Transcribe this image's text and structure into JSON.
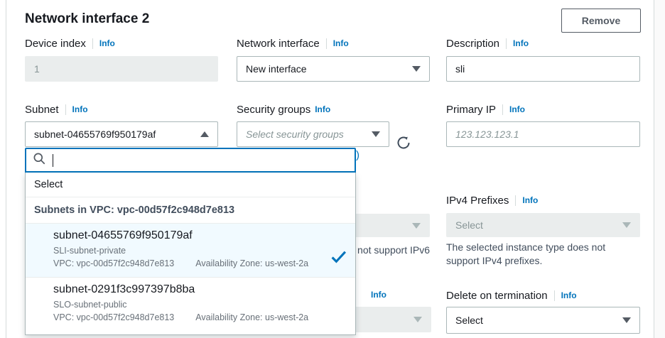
{
  "header": {
    "title": "Network interface 2",
    "remove_button": "Remove"
  },
  "info_link": "Info",
  "row1": {
    "device_index": {
      "label": "Device index",
      "value": "1"
    },
    "network_interface": {
      "label": "Network interface",
      "value": "New interface"
    },
    "description": {
      "label": "Description",
      "value": "sli"
    }
  },
  "row2": {
    "subnet": {
      "label": "Subnet",
      "value": "subnet-04655769f950179af"
    },
    "security_groups": {
      "label": "Security groups",
      "placeholder": "Select security groups",
      "obscured_text": ")"
    },
    "primary_ip": {
      "label": "Primary IP",
      "placeholder": "123.123.123.1"
    }
  },
  "row3": {
    "ipv6_field": {
      "visible_helper": "not support IPv6"
    },
    "ipv4_prefixes": {
      "label": "IPv4 Prefixes",
      "placeholder": "Select",
      "helper": "The selected instance type does not support IPv4 prefixes."
    }
  },
  "row4": {
    "middle_field": {
      "visible_label": "Info"
    },
    "delete_on_termination": {
      "label": "Delete on termination",
      "value": "Select"
    }
  },
  "subnet_dropdown": {
    "search_value": "",
    "default_option": "Select",
    "group_header": "Subnets in VPC: vpc-00d57f2c948d7e813",
    "options": [
      {
        "id": "subnet-04655769f950179af",
        "name": "SLI-subnet-private",
        "vpc": "VPC: vpc-00d57f2c948d7e813",
        "availability_zone": "Availability Zone: us-west-2a",
        "selected": true
      },
      {
        "id": "subnet-0291f3c997397b8ba",
        "name": "SLO-subnet-public",
        "vpc": "VPC: vpc-00d57f2c948d7e813",
        "availability_zone": "Availability Zone: us-west-2a",
        "selected": false
      }
    ]
  },
  "colors": {
    "accent_blue": "#0073bb",
    "selected_option_bg": "#f1faff",
    "input_border": "#aab7b8",
    "disabled_bg": "#eaeded",
    "text_primary": "#16191f",
    "text_secondary": "#414d5c",
    "text_muted": "#687078",
    "placeholder_gray": "#879596",
    "button_border": "#545b64"
  }
}
